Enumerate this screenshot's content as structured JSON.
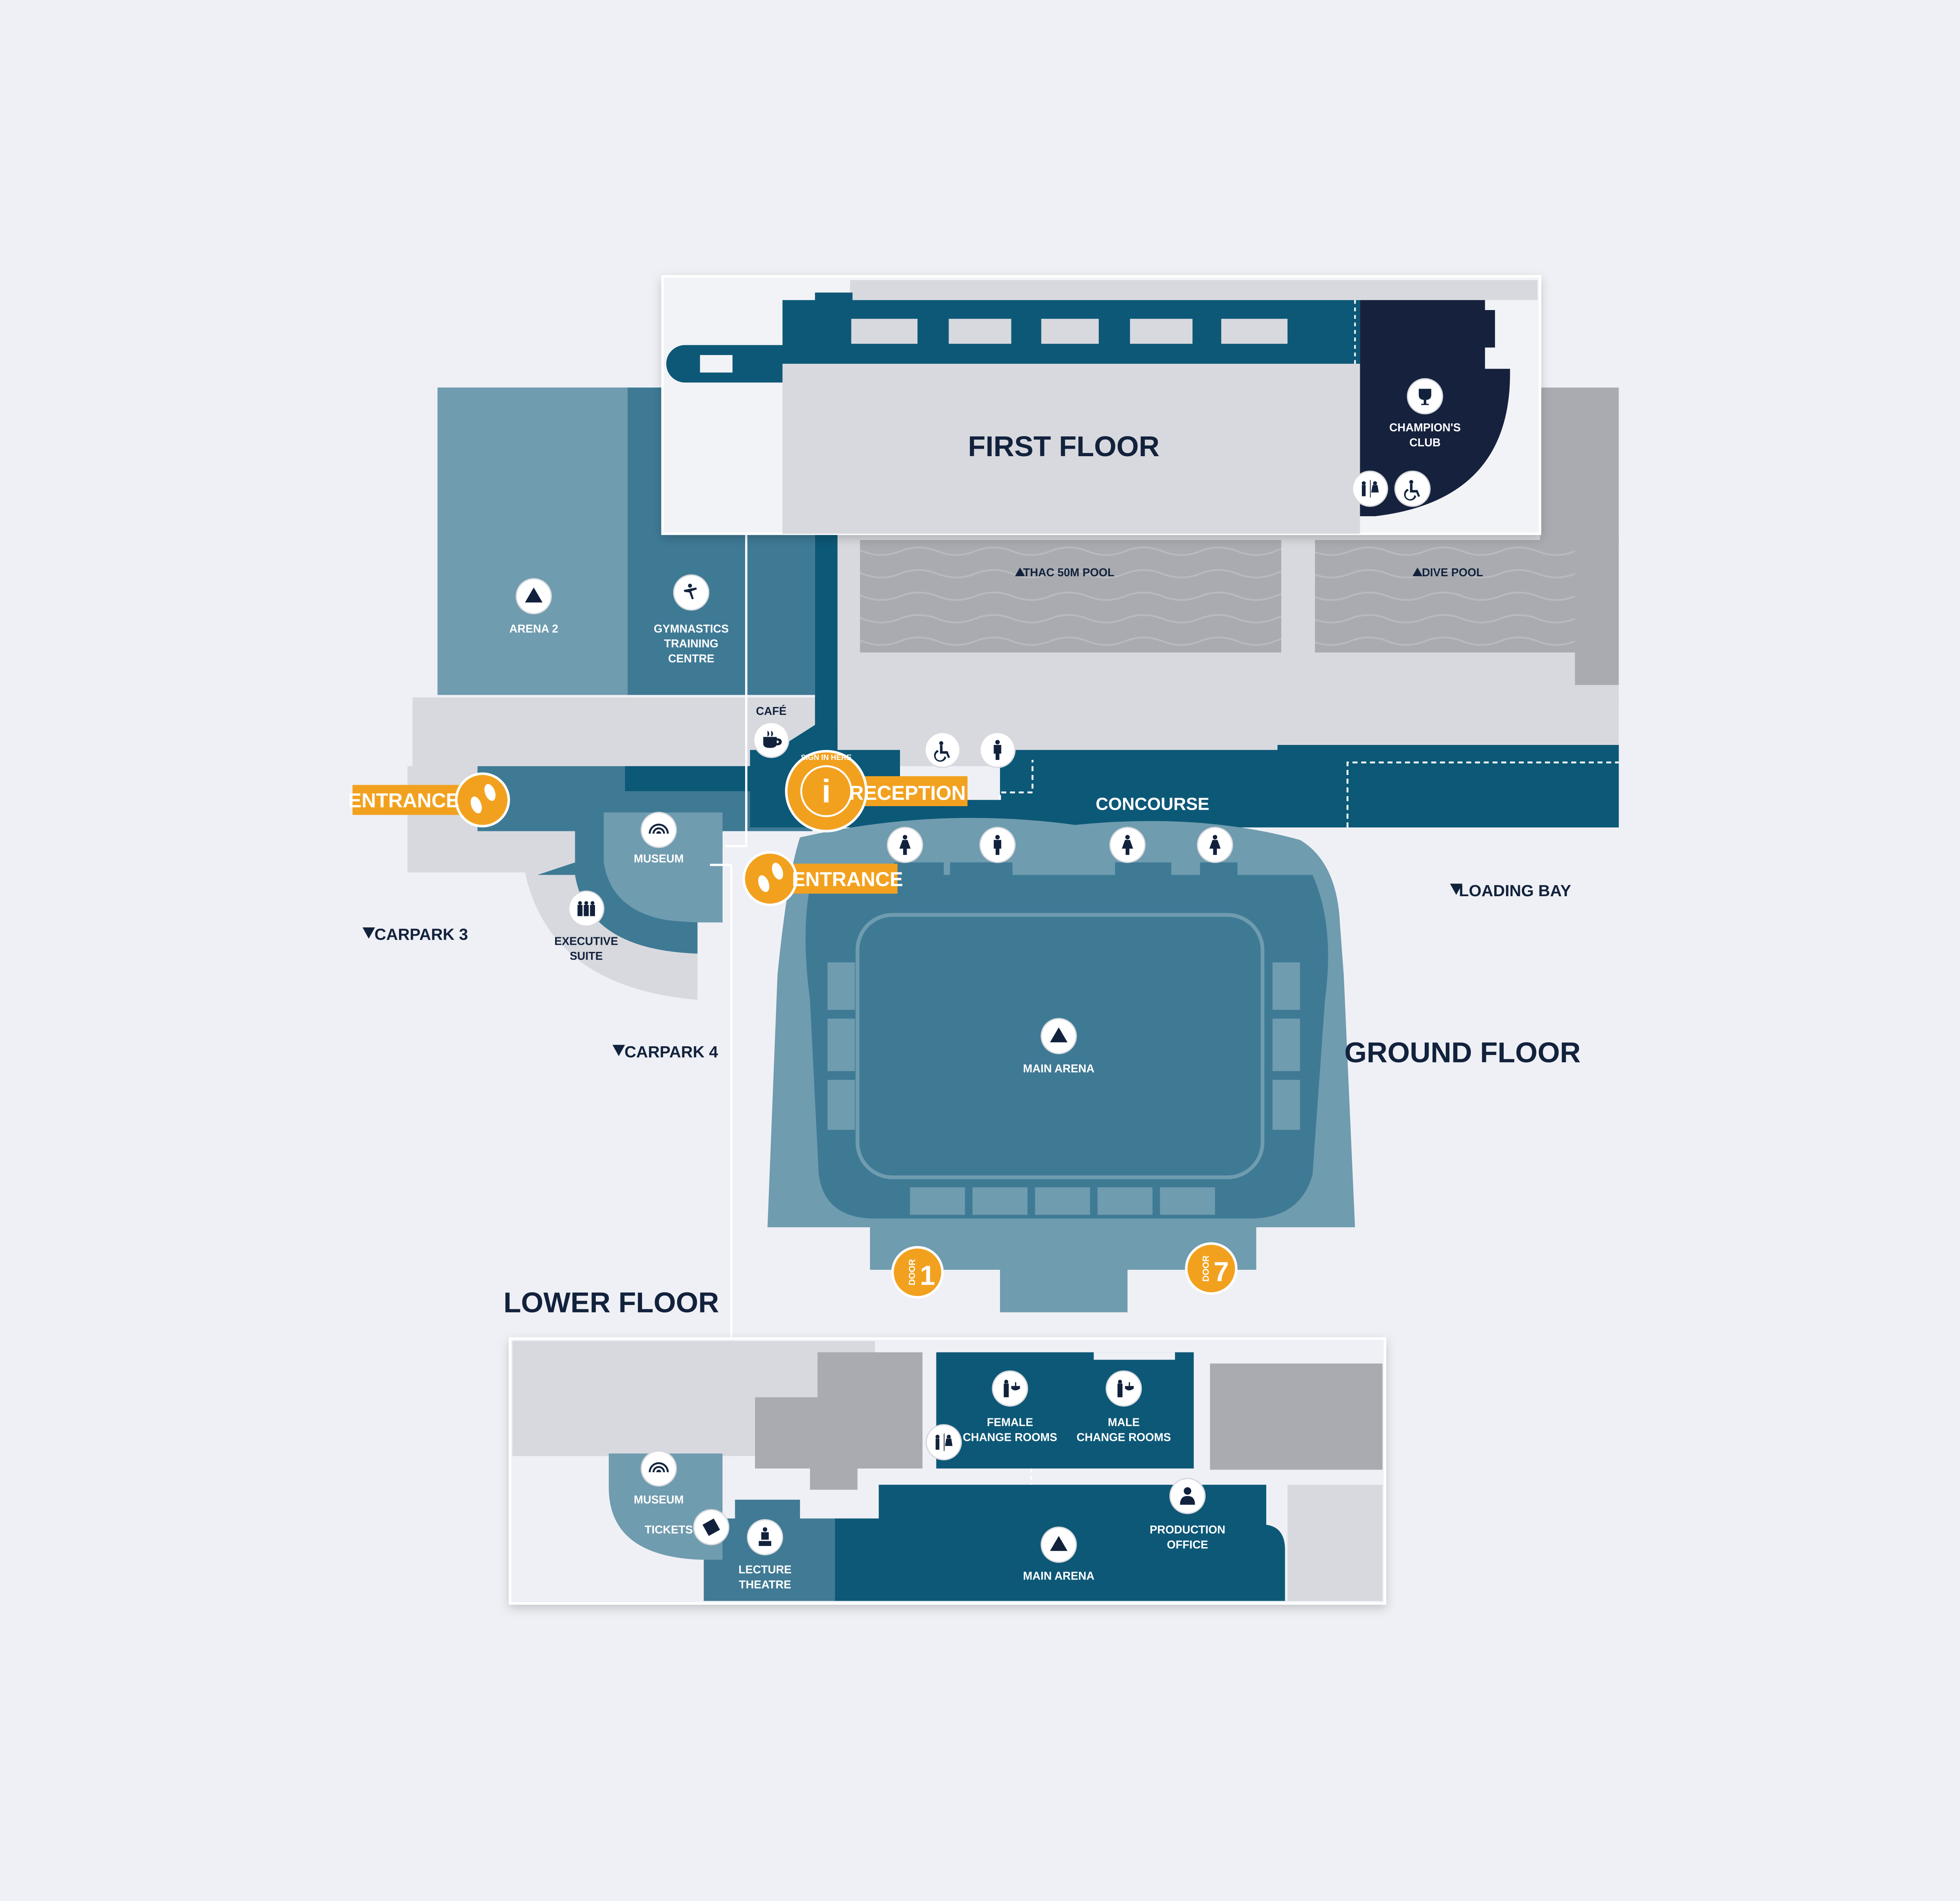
{
  "colors": {
    "background": "#eff0f5",
    "light_grey": "#d8d9de",
    "mid_grey": "#a9abb0",
    "light_blue": "#6f9caf",
    "mid_blue": "#3f7a95",
    "deep_blue": "#0c5877",
    "navy": "#12223d",
    "orange": "#f2a11f",
    "white": "#ffffff"
  },
  "floors": {
    "first": "FIRST FLOOR",
    "ground": "GROUND FLOOR",
    "lower": "LOWER FLOOR"
  },
  "first_floor": {
    "champions_club": [
      "CHAMPION'S",
      "CLUB"
    ]
  },
  "ground_floor": {
    "arena2": "ARENA 2",
    "gymnastics": [
      "GYMNASTICS",
      "TRAINING",
      "CENTRE"
    ],
    "cafe": "CAFÉ",
    "pool_50m": "THAC 50M POOL",
    "dive_pool": "DIVE POOL",
    "concourse": "CONCOURSE",
    "museum": "MUSEUM",
    "executive_suite": [
      "EXECUTIVE",
      "SUITE"
    ],
    "main_arena": "MAIN ARENA",
    "loading_bay": "LOADING BAY",
    "carpark3": "CARPARK 3",
    "carpark4": "CARPARK 4",
    "entrance_west": "ENTRANCE",
    "entrance_south": "ENTRANCE",
    "reception": "RECEPTION",
    "sign_in": "SIGN IN HERE",
    "door1_word": "DOOR",
    "door1_num": "1",
    "door7_word": "DOOR",
    "door7_num": "7"
  },
  "lower_floor": {
    "museum": "MUSEUM",
    "tickets": "TICKETS",
    "lecture_theatre": [
      "LECTURE",
      "THEATRE"
    ],
    "female_change": [
      "FEMALE",
      "CHANGE ROOMS"
    ],
    "male_change": [
      "MALE",
      "CHANGE ROOMS"
    ],
    "production_office": [
      "PRODUCTION",
      "OFFICE"
    ],
    "main_arena": "MAIN ARENA"
  },
  "icons": [
    "trophy-icon",
    "toilets-icon",
    "accessible-icon",
    "arena-icon",
    "gymnastics-icon",
    "coffee-icon",
    "info-icon",
    "footprints-icon",
    "museum-icon",
    "group-icon",
    "male-icon",
    "female-icon",
    "door-icon",
    "change-room-icon",
    "ticket-icon",
    "lecture-icon",
    "person-icon"
  ]
}
